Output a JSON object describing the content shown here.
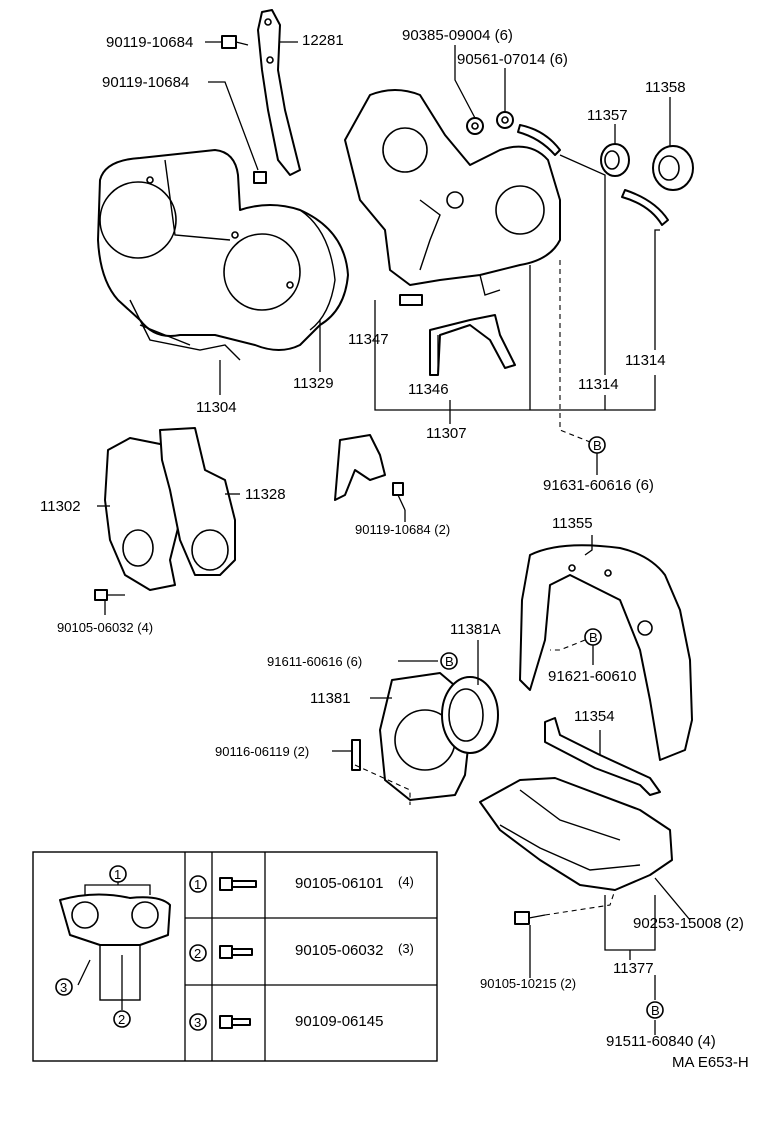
{
  "parts": {
    "p12281": "12281",
    "p90119_top": "90119-10684",
    "p90119_mid": "90119-10684",
    "p90385": "90385-09004 (6)",
    "p90561": "90561-07014 (6)",
    "p11357": "11357",
    "p11358": "11358",
    "p11347": "11347",
    "p11314a": "11314",
    "p11314b": "11314",
    "p11346": "11346",
    "p11307": "11307",
    "p11329": "11329",
    "p11304": "11304",
    "p91631": "91631-60616 (6)",
    "p11302": "11302",
    "p11328": "11328",
    "p90119_2": "90119-10684 (2)",
    "p90105_06032": "90105-06032 (4)",
    "p11355": "11355",
    "p11381A": "11381A",
    "p91611": "91611-60616 (6)",
    "p91621": "91621-60610",
    "p11381": "11381",
    "p11354": "11354",
    "p90116": "90116-06119 (2)",
    "p90253": "90253-15008 (2)",
    "p90105_10215": "90105-10215 (2)",
    "p11377": "11377",
    "p91511": "91511-60840 (4)",
    "ref": "MA E653-H"
  },
  "markers": {
    "b": "B",
    "c1": "1",
    "c2": "2",
    "c3": "3"
  },
  "legend": {
    "rows": [
      {
        "num": "1",
        "part": "90105-06101",
        "qty": "(4)"
      },
      {
        "num": "2",
        "part": "90105-06032",
        "qty": "(3)"
      },
      {
        "num": "3",
        "part": "90109-06145",
        "qty": ""
      }
    ]
  }
}
